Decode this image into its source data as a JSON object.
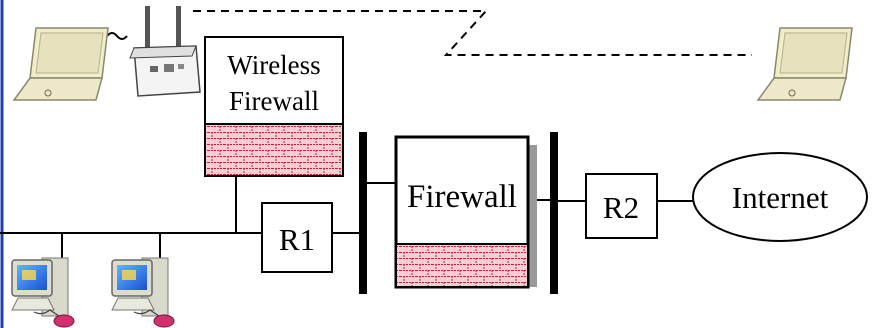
{
  "diagram": {
    "nodes": {
      "wireless_firewall": {
        "line1": "Wireless",
        "line2": "Firewall"
      },
      "firewall": {
        "label": "Firewall"
      },
      "r1": {
        "label": "R1"
      },
      "r2": {
        "label": "R2"
      },
      "internet": {
        "label": "Internet"
      }
    },
    "icons": {
      "laptop": "laptop-icon",
      "access_point": "wireless-access-point-icon",
      "desktop": "desktop-computer-icon",
      "brick_wall": "brick-wall-icon"
    },
    "colors": {
      "brick": "#f4cfd3",
      "mortar": "#c8202e",
      "frame_blue": "#1f3fb0",
      "line": "#000000",
      "shadow": "#9a9a9a"
    }
  }
}
